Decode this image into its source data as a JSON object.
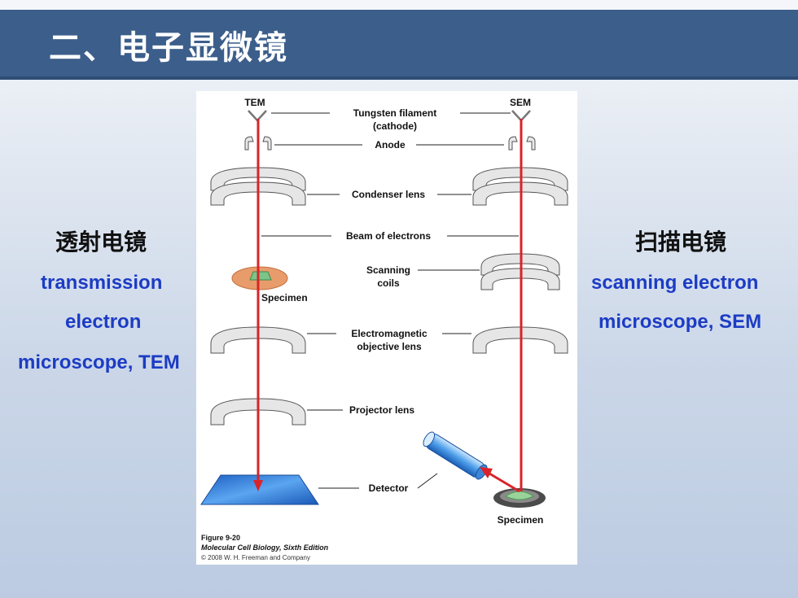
{
  "slide": {
    "title": "二、电子显微镜"
  },
  "left": {
    "heading": "透射电镜",
    "lines": [
      "transmission",
      "electron",
      "microscope, TEM"
    ]
  },
  "right": {
    "heading": "扫描电镜",
    "lines": [
      "scanning electron",
      "microscope, SEM"
    ]
  },
  "diagram": {
    "tem_label": "TEM",
    "sem_label": "SEM",
    "labels": {
      "filament": "Tungsten filament",
      "cathode": "(cathode)",
      "anode": "Anode",
      "condenser": "Condenser lens",
      "beam": "Beam of electrons",
      "scanning1": "Scanning",
      "scanning2": "coils",
      "specimen_tem": "Specimen",
      "objective1": "Electromagnetic",
      "objective2": "objective lens",
      "projector": "Projector lens",
      "detector": "Detector",
      "specimen_sem": "Specimen"
    },
    "caption": {
      "figure": "Figure 9-20",
      "book": "Molecular Cell Biology, Sixth Edition",
      "copyright": "© 2008 W. H. Freeman and Company"
    },
    "colors": {
      "beam": "#d9232a",
      "lens": "#e6e6e6",
      "lens_edge": "#555555",
      "detector": "#1f6fd0",
      "specimen_dish": "#e79a6a",
      "sem_specimen": "#9ad39a"
    }
  }
}
